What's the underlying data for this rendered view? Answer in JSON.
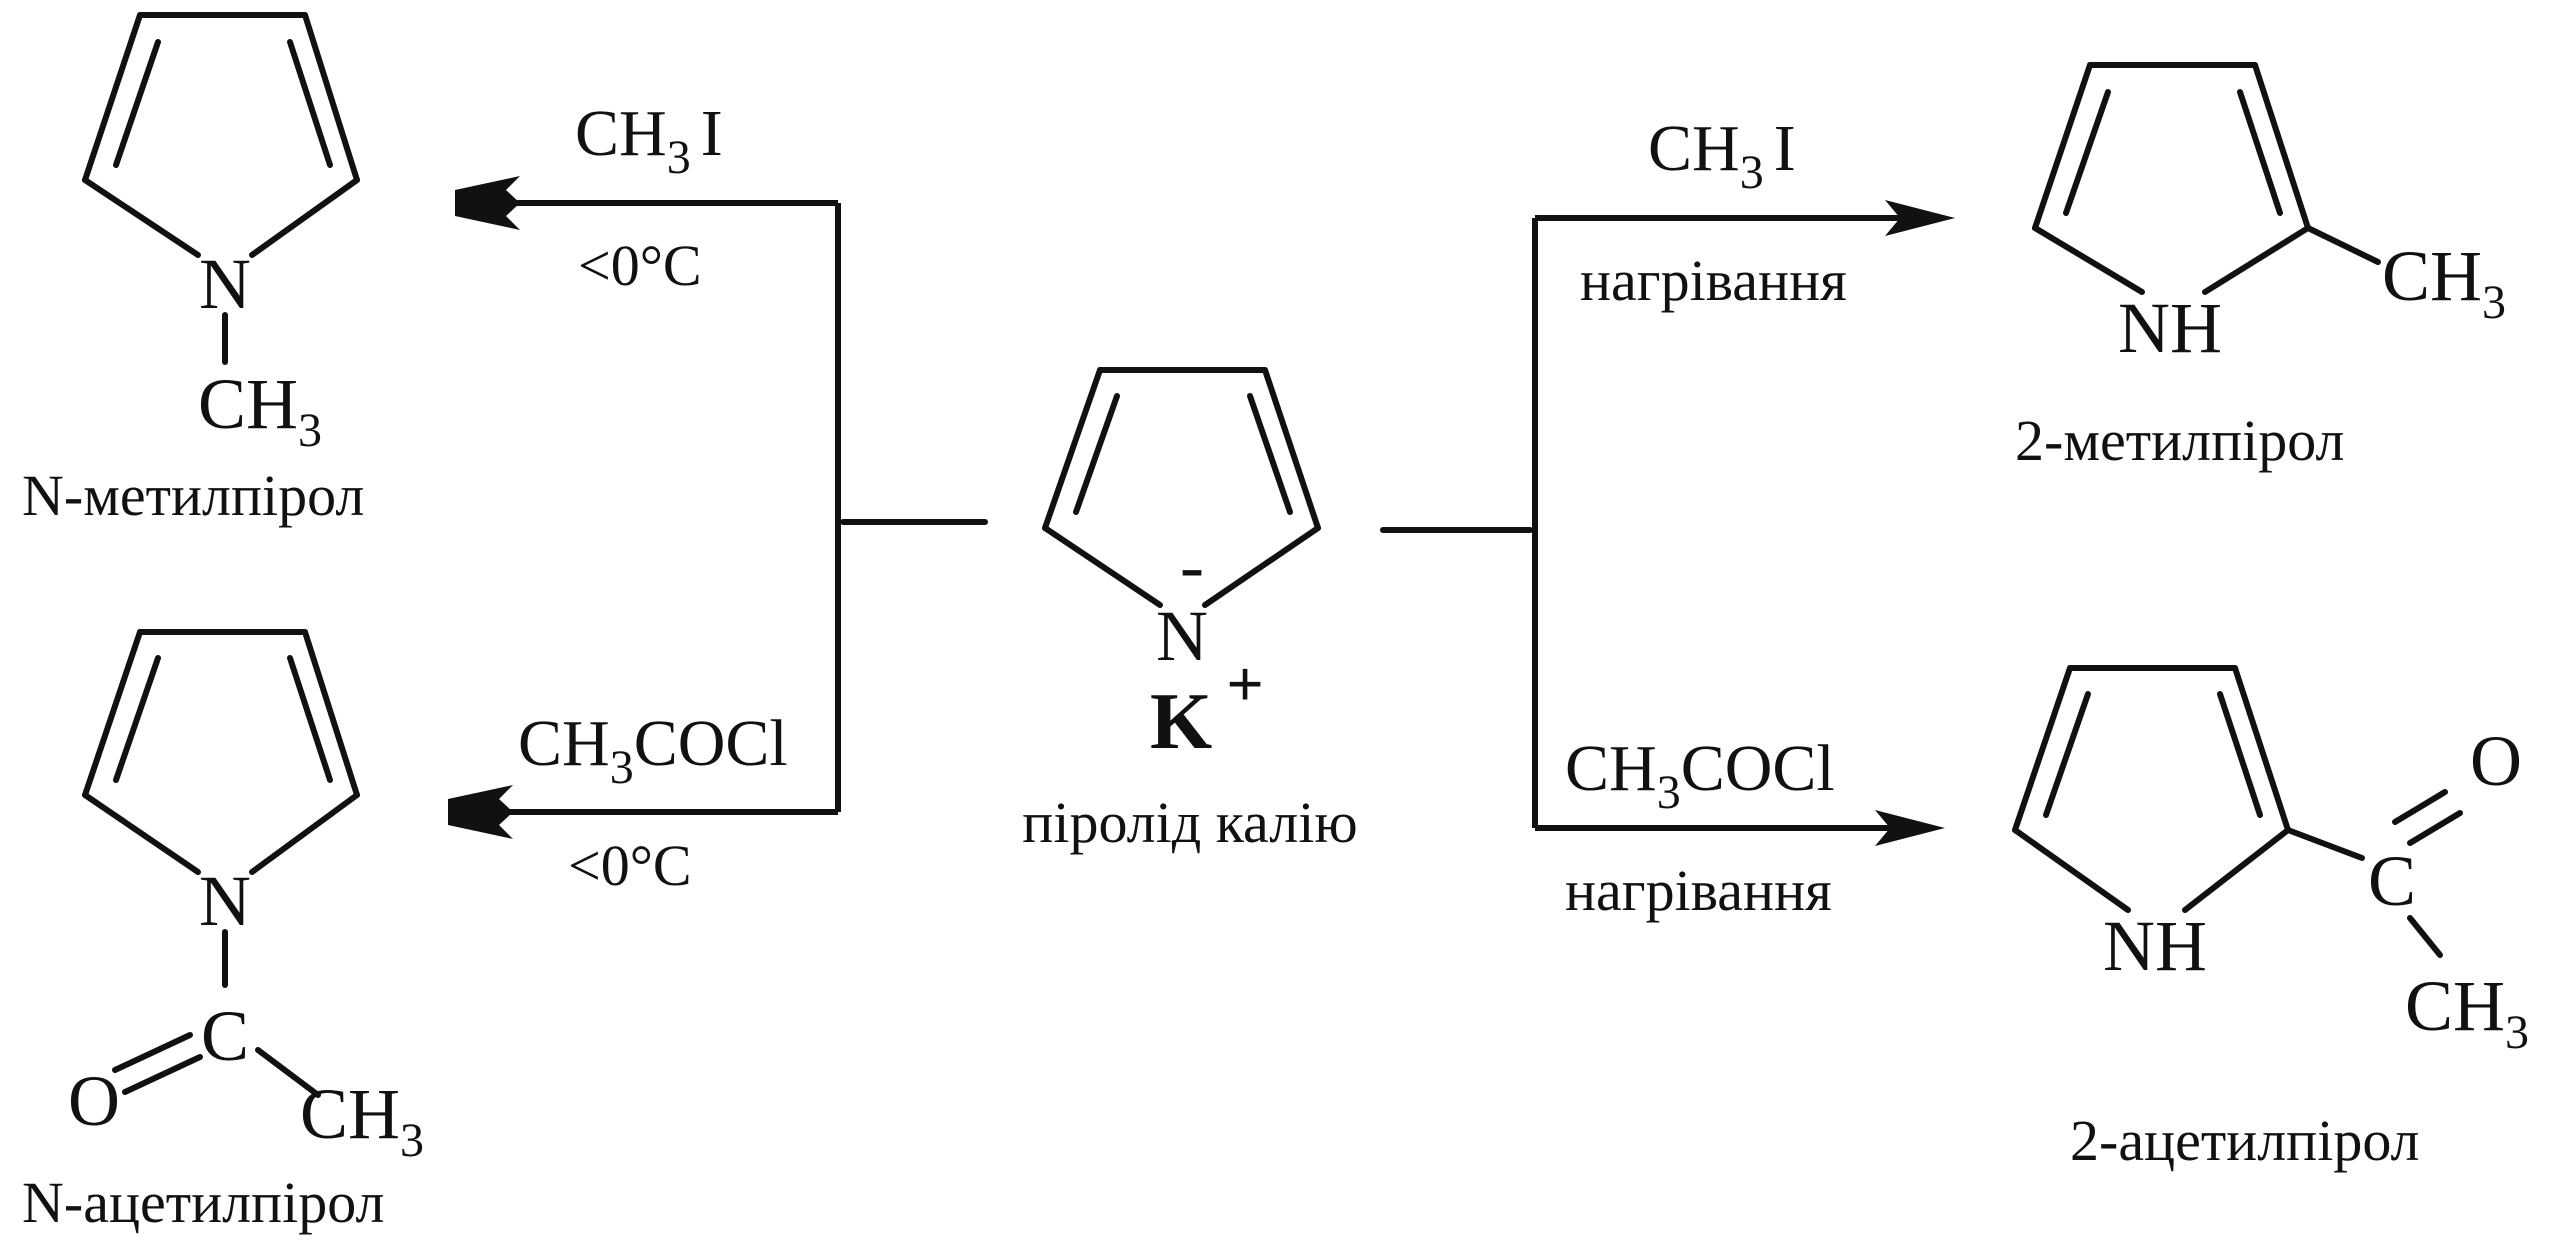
{
  "center": {
    "nitrogen": "N",
    "charge_minus": "-",
    "cation": "K",
    "cation_charge": "+",
    "name": "піролід калію"
  },
  "top_left": {
    "reagent_main": "CH",
    "reagent_sub": "3",
    "reagent_tail": "I",
    "condition": "<0°C",
    "atom_n": "N",
    "sub_main": "CH",
    "sub_sub": "3",
    "name": "N-метилпірол"
  },
  "bottom_left": {
    "reagent_main": "CH",
    "reagent_sub": "3",
    "reagent_tail": "COCl",
    "condition": "<0°C",
    "atom_n": "N",
    "atom_c": "C",
    "atom_o": "O",
    "sub_main": "CH",
    "sub_sub": "3",
    "name": "N-ацетилпірол"
  },
  "top_right": {
    "reagent_main": "CH",
    "reagent_sub": "3",
    "reagent_tail": "I",
    "condition": "нагрівання",
    "atom_nh": "NH",
    "sub_main": "CH",
    "sub_sub": "3",
    "name": "2-метилпірол"
  },
  "bottom_right": {
    "reagent_main": "CH",
    "reagent_sub": "3",
    "reagent_tail": "COCl",
    "condition": "нагрівання",
    "atom_nh": "NH",
    "atom_c": "C",
    "atom_o": "O",
    "sub_main": "CH",
    "sub_sub": "3",
    "name": "2-ацетилпірол"
  }
}
